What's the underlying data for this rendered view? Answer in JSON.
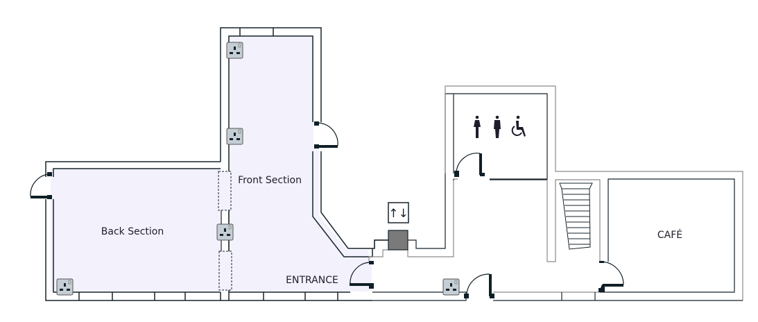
{
  "rooms": {
    "back_section": "Back Section",
    "front_section": "Front Section",
    "entrance": "ENTRANCE",
    "cafe": "CAFÉ"
  },
  "icons": {
    "lift": "lift-icon",
    "toilets": [
      "female-toilet-icon",
      "male-toilet-icon",
      "accessible-toilet-icon"
    ],
    "socket": "power-socket-icon",
    "stairs": "stairs-icon"
  },
  "colors": {
    "room_fill": "#f3f2fc",
    "wall_stroke": "#16232b",
    "wall_stroke_light": "#8a8a8a",
    "door": "#0f1f27",
    "socket_fill": "#c4ced4",
    "lift_block": "#7a7a7a"
  }
}
